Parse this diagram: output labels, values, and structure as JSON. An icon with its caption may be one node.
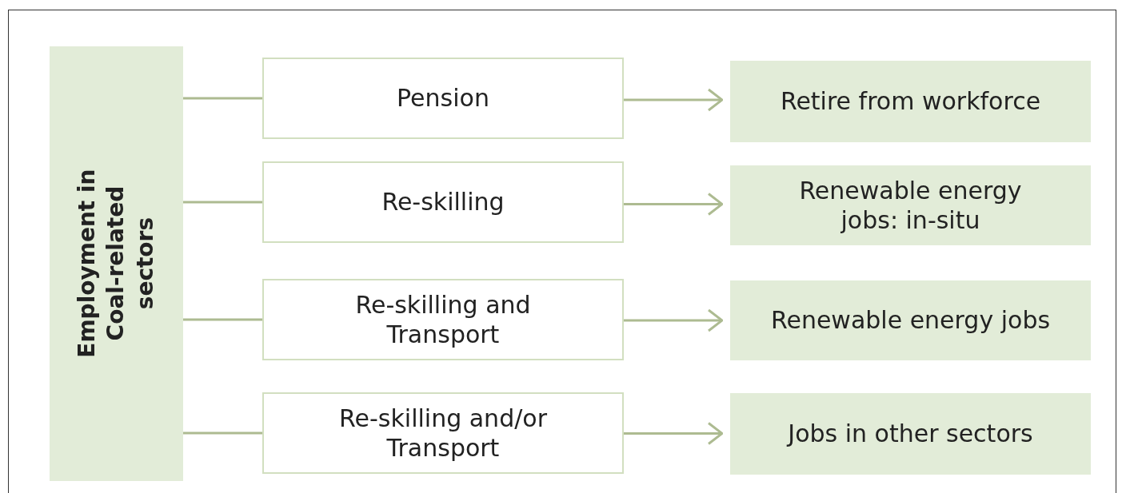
{
  "diagram": {
    "nodes": [
      {
        "text": [
          "Employment in Coal-related sectors"
        ]
      },
      {
        "text": [
          "Pension"
        ]
      },
      {
        "text": [
          "Re-skilling"
        ]
      },
      {
        "text": [
          "Re-skilling and Transport"
        ]
      },
      {
        "text": [
          "Re-skilling and/or Transport"
        ]
      },
      {
        "text": [
          "Retire from workforce"
        ]
      },
      {
        "text": [
          "Renewable energy jobs: in-situ"
        ]
      },
      {
        "text": [
          "Renewable energy jobs"
        ]
      },
      {
        "text": [
          "Jobs in other sectors"
        ]
      }
    ],
    "edges": [
      {
        "from": 0,
        "to": 1,
        "arrow": "none"
      },
      {
        "from": 0,
        "to": 2,
        "arrow": "none"
      },
      {
        "from": 0,
        "to": 3,
        "arrow": "none"
      },
      {
        "from": 0,
        "to": 4,
        "arrow": "none"
      },
      {
        "from": 1,
        "to": 5,
        "arrow": "to"
      },
      {
        "from": 2,
        "to": 6,
        "arrow": "to"
      },
      {
        "from": 3,
        "to": 7,
        "arrow": "to"
      },
      {
        "from": 4,
        "to": 8,
        "arrow": "to"
      }
    ]
  }
}
